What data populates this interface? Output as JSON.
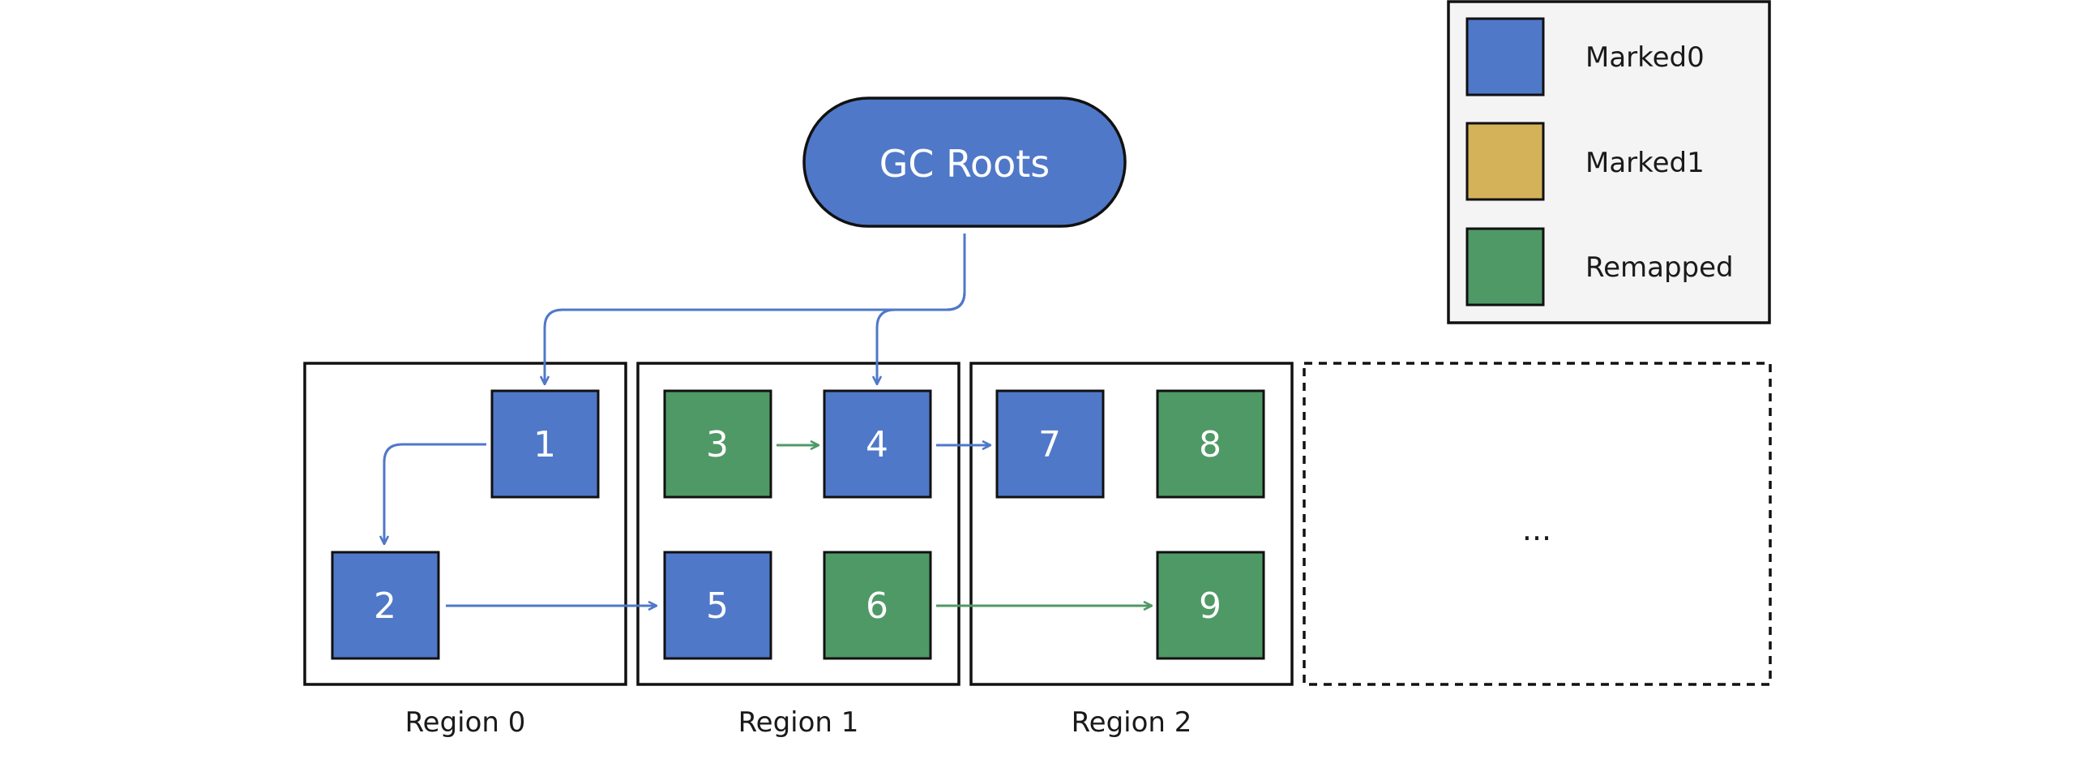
{
  "colors": {
    "marked0": "#4f78c8",
    "marked1": "#d4b25a",
    "remapped": "#4f9966",
    "border": "#111111",
    "legend_bg": "#f4f4f4"
  },
  "root": {
    "label": "GC Roots"
  },
  "regions": [
    {
      "id": "r0",
      "label": "Region 0"
    },
    {
      "id": "r1",
      "label": "Region 1"
    },
    {
      "id": "r2",
      "label": "Region 2"
    }
  ],
  "more_regions": {
    "label": "..."
  },
  "objects": [
    {
      "id": "o1",
      "label": "1",
      "state": "marked0"
    },
    {
      "id": "o2",
      "label": "2",
      "state": "marked0"
    },
    {
      "id": "o3",
      "label": "3",
      "state": "remapped"
    },
    {
      "id": "o4",
      "label": "4",
      "state": "marked0"
    },
    {
      "id": "o5",
      "label": "5",
      "state": "marked0"
    },
    {
      "id": "o6",
      "label": "6",
      "state": "remapped"
    },
    {
      "id": "o7",
      "label": "7",
      "state": "marked0"
    },
    {
      "id": "o8",
      "label": "8",
      "state": "remapped"
    },
    {
      "id": "o9",
      "label": "9",
      "state": "remapped"
    }
  ],
  "references": [
    {
      "from": "GC Roots",
      "to": "1",
      "state": "marked0"
    },
    {
      "from": "GC Roots",
      "to": "4",
      "state": "marked0"
    },
    {
      "from": "1",
      "to": "2",
      "state": "marked0"
    },
    {
      "from": "2",
      "to": "5",
      "state": "marked0"
    },
    {
      "from": "3",
      "to": "4",
      "state": "remapped"
    },
    {
      "from": "4",
      "to": "7",
      "state": "marked0"
    },
    {
      "from": "6",
      "to": "9",
      "state": "remapped"
    }
  ],
  "legend": {
    "items": [
      {
        "label": "Marked0",
        "state": "marked0"
      },
      {
        "label": "Marked1",
        "state": "marked1"
      },
      {
        "label": "Remapped",
        "state": "remapped"
      }
    ]
  }
}
